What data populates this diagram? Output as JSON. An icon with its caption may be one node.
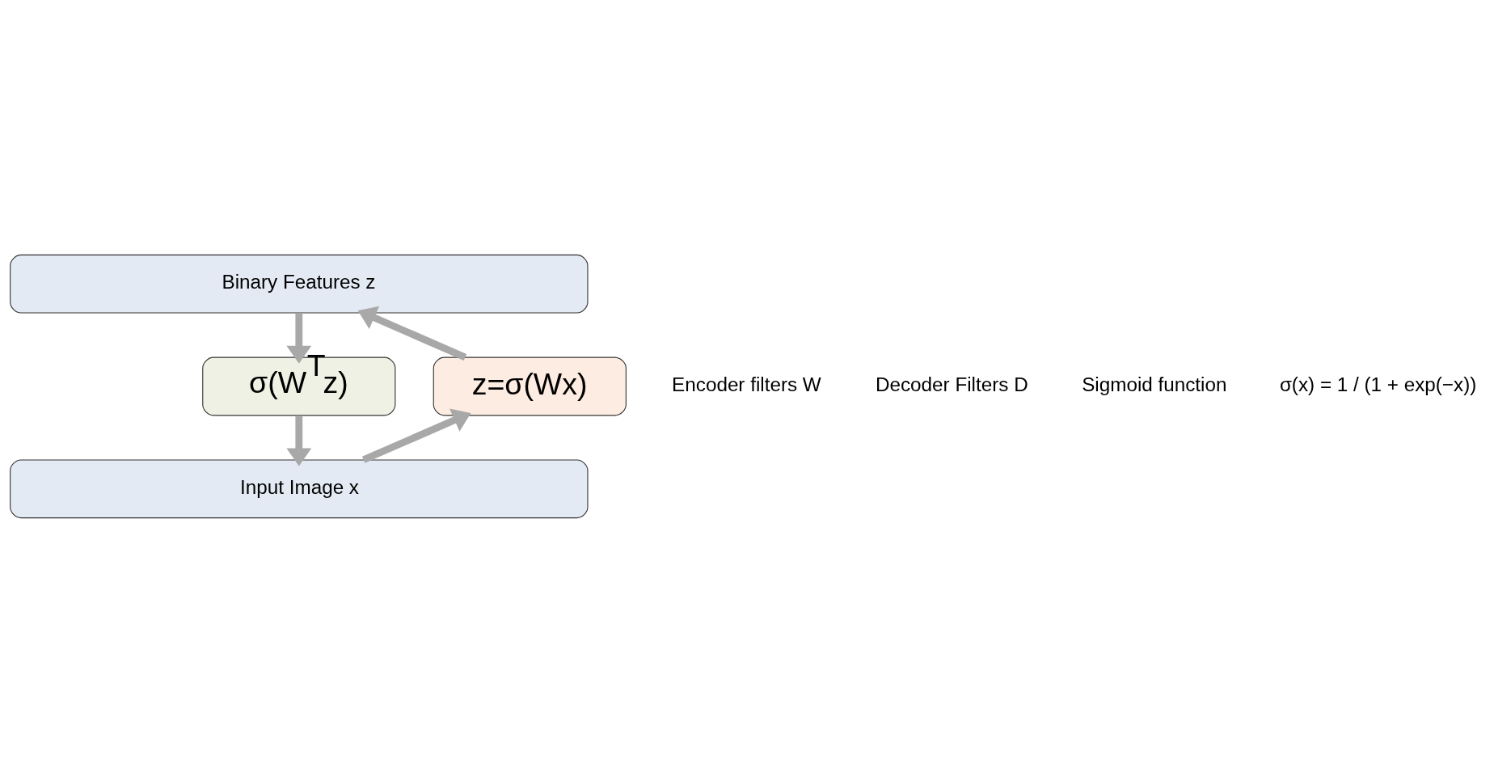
{
  "diagram": {
    "nodes": [
      {
        "text": [
          "Binary Features z"
        ]
      },
      {
        "text": [
          "σ(W$^{T}$z)"
        ]
      },
      {
        "text": [
          "z=σ(Wx)"
        ]
      },
      {
        "text": [
          "Input Image x"
        ]
      }
    ],
    "edges": [
      {
        "from": 0,
        "to": 1,
        "arrow": "to"
      },
      {
        "from": 1,
        "to": 3,
        "arrow": "to"
      },
      {
        "from": 3,
        "to": 2,
        "arrow": "to"
      },
      {
        "from": 2,
        "to": 0,
        "arrow": "to"
      }
    ],
    "labels": [
      "Encoder filters W",
      "Decoder Filters D",
      "Sigmoid function",
      "σ(x) = 1 / (1 + exp(−x))"
    ]
  }
}
